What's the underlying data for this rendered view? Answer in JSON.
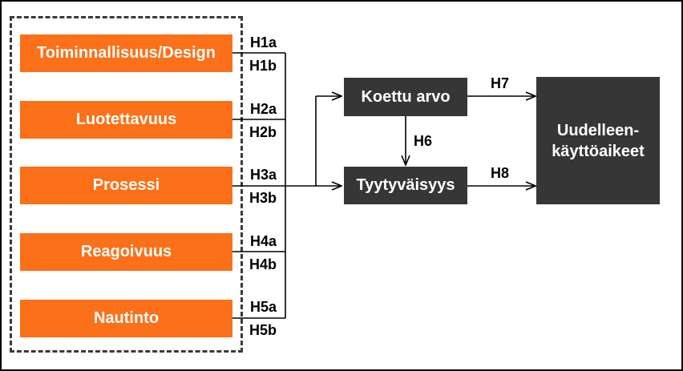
{
  "factors": [
    {
      "label": "Toiminnallisuus/Design",
      "h_upper": "H1a",
      "h_lower": "H1b"
    },
    {
      "label": "Luotettavuus",
      "h_upper": "H2a",
      "h_lower": "H2b"
    },
    {
      "label": "Prosessi",
      "h_upper": "H3a",
      "h_lower": "H3b"
    },
    {
      "label": "Reagoivuus",
      "h_upper": "H4a",
      "h_lower": "H4b"
    },
    {
      "label": "Nautinto",
      "h_upper": "H5a",
      "h_lower": "H5b"
    }
  ],
  "mediators": {
    "perceived_value": "Koettu arvo",
    "satisfaction": "Tyytyväisyys"
  },
  "outcome": {
    "line1": "Uudelleen-",
    "line2": "käyttöaikeet"
  },
  "hypotheses": {
    "value_to_satisfaction": "H6",
    "value_to_outcome": "H7",
    "satisfaction_to_outcome": "H8"
  },
  "colors": {
    "factor_fill": "#fb7018",
    "mediator_fill": "#363636",
    "outcome_fill": "#363636",
    "line": "#000000",
    "dashed_border": "#3a3a3a"
  }
}
